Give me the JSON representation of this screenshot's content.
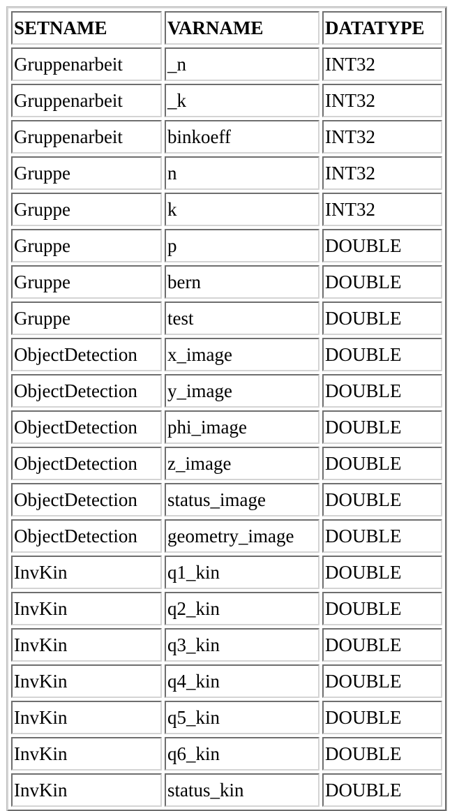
{
  "table": {
    "headers": [
      "SETNAME",
      "VARNAME",
      "DATATYPE"
    ],
    "rows": [
      [
        "Gruppenarbeit",
        "_n",
        "INT32"
      ],
      [
        "Gruppenarbeit",
        "_k",
        "INT32"
      ],
      [
        "Gruppenarbeit",
        "binkoeff",
        "INT32"
      ],
      [
        "Gruppe",
        "n",
        "INT32"
      ],
      [
        "Gruppe",
        "k",
        "INT32"
      ],
      [
        "Gruppe",
        "p",
        "DOUBLE"
      ],
      [
        "Gruppe",
        "bern",
        "DOUBLE"
      ],
      [
        "Gruppe",
        "test",
        "DOUBLE"
      ],
      [
        "ObjectDetection",
        "x_image",
        "DOUBLE"
      ],
      [
        "ObjectDetection",
        "y_image",
        "DOUBLE"
      ],
      [
        "ObjectDetection",
        "phi_image",
        "DOUBLE"
      ],
      [
        "ObjectDetection",
        "z_image",
        "DOUBLE"
      ],
      [
        "ObjectDetection",
        "status_image",
        "DOUBLE"
      ],
      [
        "ObjectDetection",
        "geometry_image",
        "DOUBLE"
      ],
      [
        "InvKin",
        "q1_kin",
        "DOUBLE"
      ],
      [
        "InvKin",
        "q2_kin",
        "DOUBLE"
      ],
      [
        "InvKin",
        "q3_kin",
        "DOUBLE"
      ],
      [
        "InvKin",
        "q4_kin",
        "DOUBLE"
      ],
      [
        "InvKin",
        "q5_kin",
        "DOUBLE"
      ],
      [
        "InvKin",
        "q6_kin",
        "DOUBLE"
      ],
      [
        "InvKin",
        "status_kin",
        "DOUBLE"
      ]
    ]
  }
}
